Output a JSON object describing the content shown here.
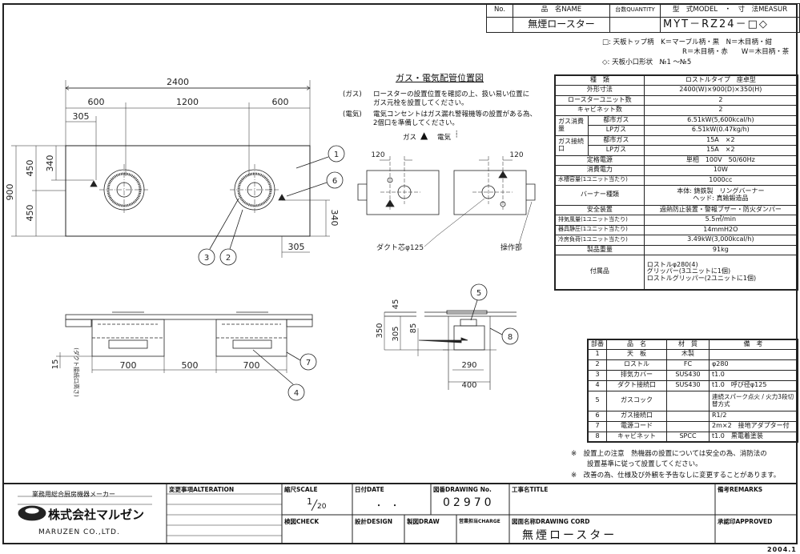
{
  "header": {
    "col_no": "No.",
    "col_name": "品　名NAME",
    "col_qty": "台数QUANTITY",
    "col_model": "型　式MODEL　・　寸　法MEASUR",
    "name": "無煙ロースター",
    "model": "MYT－RZ24－□◇"
  },
  "model_notes": [
    "□: 天板トップ柄　K＝マーブル柄・黒　N＝木目柄・紺",
    "R＝木目柄・赤　　W＝木目柄・茶",
    "◇: 天板小口形状　№1 ～№5"
  ],
  "specs": {
    "type_label": "種　類",
    "type": "ロストルタイプ　座卓型",
    "size_label": "外形寸法",
    "size": "2400(W)×900(D)×350(H)",
    "units_label": "ロースターユニット数",
    "units": "2",
    "cabinets_label": "キャビネット数",
    "cabinets": "2",
    "gas_consumption_label": "ガス消費量",
    "gas_connection_label": "ガス接続口",
    "city_gas": "都市ガス",
    "lp_gas": "LPガス",
    "consumption_city": "6.51kW(5,600kcal/h)",
    "consumption_lp": "6.51kW(0.47kg/h)",
    "connection_city": "15A　×2",
    "connection_lp": "15A　×2",
    "power_label": "定格電源",
    "power": "単相　100V　50/60Hz",
    "power_use_label": "消費電力",
    "power_use": "10W",
    "tank_label": "水槽容量(1ユニット当たり)",
    "tank": "1000cc",
    "burner_label": "バーナー種類",
    "burner_1": "本体: 鋳鉄製　リングバーナー",
    "burner_2": "ヘッド: 真鍮鍛造品",
    "safety_label": "安全装置",
    "safety": "過熱防止装置・警報ブザー・防火ダンパー",
    "exhaust_label": "排気風量(1ユニット当たり)",
    "exhaust": "5.5㎥/min",
    "static_label": "器具静圧(1ユニット当たり)",
    "static": "14mmH2O",
    "cooling_label": "冷房負荷(1ユニット当たり)",
    "cooling": "3.49kW(3,000kcal/h)",
    "weight_label": "製品重量",
    "weight": "91kg",
    "accessories_label": "付属品",
    "accessories": [
      "ロストルφ280(4)",
      "グリッパー(3ユニットに1個)",
      "ロストルグリッパー(2ユニットに1個)"
    ]
  },
  "parts": {
    "headers": [
      "部番",
      "品　名",
      "材　質",
      "備　考"
    ],
    "rows": [
      [
        "1",
        "天　板",
        "木製",
        ""
      ],
      [
        "2",
        "ロストル",
        "FC",
        "φ280"
      ],
      [
        "3",
        "排気カバー",
        "SUS430",
        "t1.0"
      ],
      [
        "4",
        "ダクト接続口",
        "SUS430",
        "t1.0　呼び径φ125"
      ],
      [
        "5",
        "ガスコック",
        "",
        "連続スパーク点火 / 火力3段切替方式"
      ],
      [
        "6",
        "ガス接続口",
        "",
        "R1/2"
      ],
      [
        "7",
        "電源コード",
        "",
        "2m×2　接地アダプター付"
      ],
      [
        "8",
        "キャビネット",
        "SPCC",
        "t1.0　黒電着塗装"
      ]
    ]
  },
  "notes": [
    "※　設置上の注意　熱機器の設置については安全の為、消防法の",
    "設置基準に従って設置してください。",
    "※　改善の為、仕様及び外観を予告なしに変更することがあります。"
  ],
  "piping": {
    "title": "ガス・電気配管位置図",
    "gas_note_tag": "(ガス)",
    "gas_note_1": "ロースターの設置位置を確認の上、扱い易い位置に",
    "gas_note_2": "ガス元栓を設置してください。",
    "elec_note_tag": "(電気)",
    "elec_note_1": "電気コンセントはガス漏れ警報機等の設置がある為、",
    "elec_note_2": "2個口を準備してください。",
    "legend_gas": "ガス",
    "legend_elec": "電気",
    "duct_label": "ダクト芯φ125",
    "control_label": "操作部",
    "dim_120": "120"
  },
  "dimensions": {
    "total_w": "2400",
    "w600": "600",
    "w1200": "1200",
    "w305": "305",
    "d900": "900",
    "d450": "450",
    "d340": "340",
    "w700": "700",
    "w500": "500",
    "h15": "15",
    "duct_height": "(ダクト接続口高さ)",
    "h350": "350",
    "h305": "305",
    "h45": "45",
    "h85": "85",
    "w290": "290",
    "w400": "400"
  },
  "callouts": [
    "1",
    "2",
    "3",
    "4",
    "5",
    "6",
    "7",
    "8"
  ],
  "title_block": {
    "maker_tagline": "業務用総合厨房機器メーカー",
    "company_jp": "株式会社マルゼン",
    "company_en": "MARUZEN CO.,LTD.",
    "alteration": "変更事項ALTERATION",
    "scale_label": "縮尺SCALE",
    "scale_num": "1",
    "scale_den": "20",
    "date_label": "日付DATE",
    "date_value": "・　・",
    "drawing_no_label": "図番DRAWING No.",
    "drawing_no": "02970",
    "title_label": "工事名TITLE",
    "remarks_label": "備考REMARKS",
    "check_label": "検図CHECK",
    "design_label": "設計DESIGN",
    "draw_label": "製図DRAW",
    "charge_label": "営業担当CHARGE",
    "cord_label": "図面名称DRAWING CORD",
    "cord_value": "無煙ロースター",
    "approved_label": "承認印APPROVED",
    "revision_date": "2004.1"
  }
}
